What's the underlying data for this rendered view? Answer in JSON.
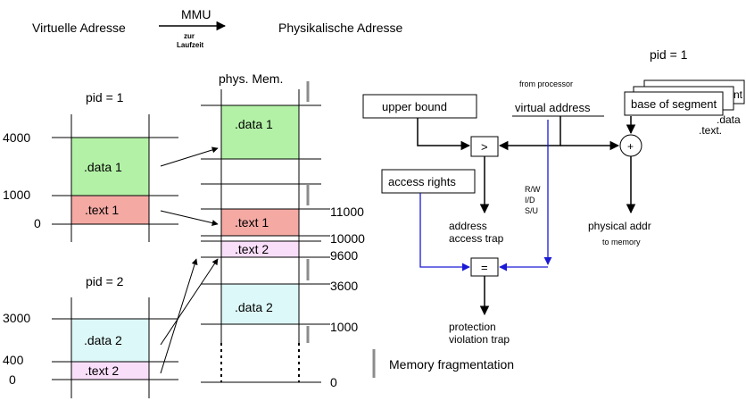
{
  "header": {
    "virtual_label": "Virtuelle Adresse",
    "mmu_label": "MMU",
    "zur_label": "zur",
    "laufzeit_label": "Laufzeit",
    "physical_label": "Physikalische Adresse"
  },
  "process1": {
    "pid": "pid = 1",
    "ticks": [
      "4000",
      "1000",
      "0"
    ],
    "data_label": ".data 1",
    "text_label": ".text 1"
  },
  "process2": {
    "pid": "pid = 2",
    "ticks": [
      "3000",
      "400",
      "0"
    ],
    "data_label": ".data 2",
    "text_label": ".text 2"
  },
  "phys_mem": {
    "title": "phys. Mem.",
    "ticks": [
      "11000",
      "10000",
      "9600",
      "3600",
      "1000",
      "0"
    ],
    "segments": [
      ".data 1",
      ".text 1",
      ".text 2",
      ".data 2"
    ]
  },
  "legend": {
    "fragmentation": "Memory fragmentation"
  },
  "mmu": {
    "pid": "pid = 1",
    "from_processor": "from processor",
    "upper_bound": "upper bound",
    "virtual_address": "virtual address",
    "base_of_segment": "base of segment",
    "back_box_text": "nt",
    "back_box_data": ".data",
    "back_box_text2": ".text.",
    "compare_op": ">",
    "add_op": "+",
    "equal_op": "=",
    "access_rights": "access rights",
    "rw": "R/W",
    "id": "I/D",
    "su": "S/U",
    "address_access_trap_1": "address",
    "address_access_trap_2": "access trap",
    "physical_addr": "physical addr",
    "to_memory": "to memory",
    "protection_trap_1": "protection",
    "protection_trap_2": "violation trap"
  },
  "colors": {
    "data1": "#b3f2a6",
    "text1": "#f4a9a3",
    "data2": "#ddf8f8",
    "text2": "#f9def9",
    "blue_wire": "#1a1ad6",
    "fragment_bar": "#8c8c8c"
  }
}
